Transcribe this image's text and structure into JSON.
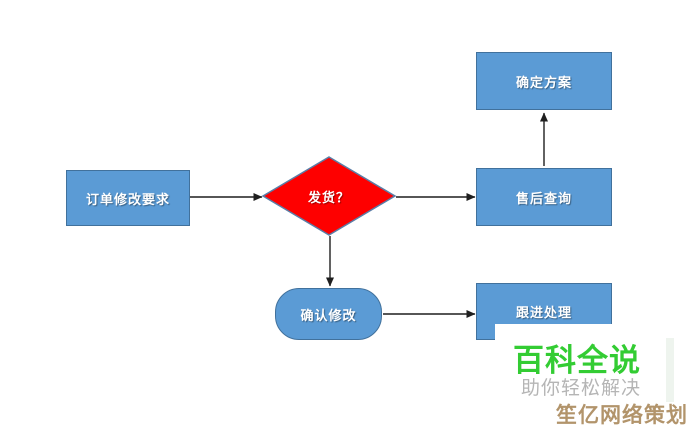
{
  "page": {
    "background": "#ffffff"
  },
  "flowchart": {
    "nodes": {
      "order_request": {
        "label": "订单修改要求",
        "shape": "rectangle"
      },
      "ship_decision": {
        "label": "发货？",
        "shape": "diamond"
      },
      "confirm_plan": {
        "label": "确定方案",
        "shape": "rectangle"
      },
      "aftersales_query": {
        "label": "售后查询",
        "shape": "rectangle"
      },
      "confirm_modify": {
        "label": "确认修改",
        "shape": "rounded-rectangle"
      },
      "follow_up": {
        "label": "跟进处理",
        "shape": "rectangle"
      }
    },
    "connections": [
      {
        "from": "order_request",
        "to": "ship_decision"
      },
      {
        "from": "ship_decision",
        "to": "aftersales_query"
      },
      {
        "from": "aftersales_query",
        "to": "confirm_plan"
      },
      {
        "from": "ship_decision",
        "to": "confirm_modify"
      },
      {
        "from": "confirm_modify",
        "to": "follow_up"
      }
    ],
    "colors": {
      "process_fill": "#5b9bd5",
      "process_border": "#41719c",
      "decision_fill": "#fe0000",
      "decision_border": "#5b7da6",
      "node_text": "#ffffff",
      "arrow": "#1f1f1f"
    }
  },
  "watermark": {
    "title": "百科全说",
    "subtitle": "助你轻松解决",
    "footer": "笙亿网络策划",
    "colors": {
      "title": "#33cc33",
      "subtitle": "#b5b5b5",
      "footer": "#b2946b"
    }
  }
}
